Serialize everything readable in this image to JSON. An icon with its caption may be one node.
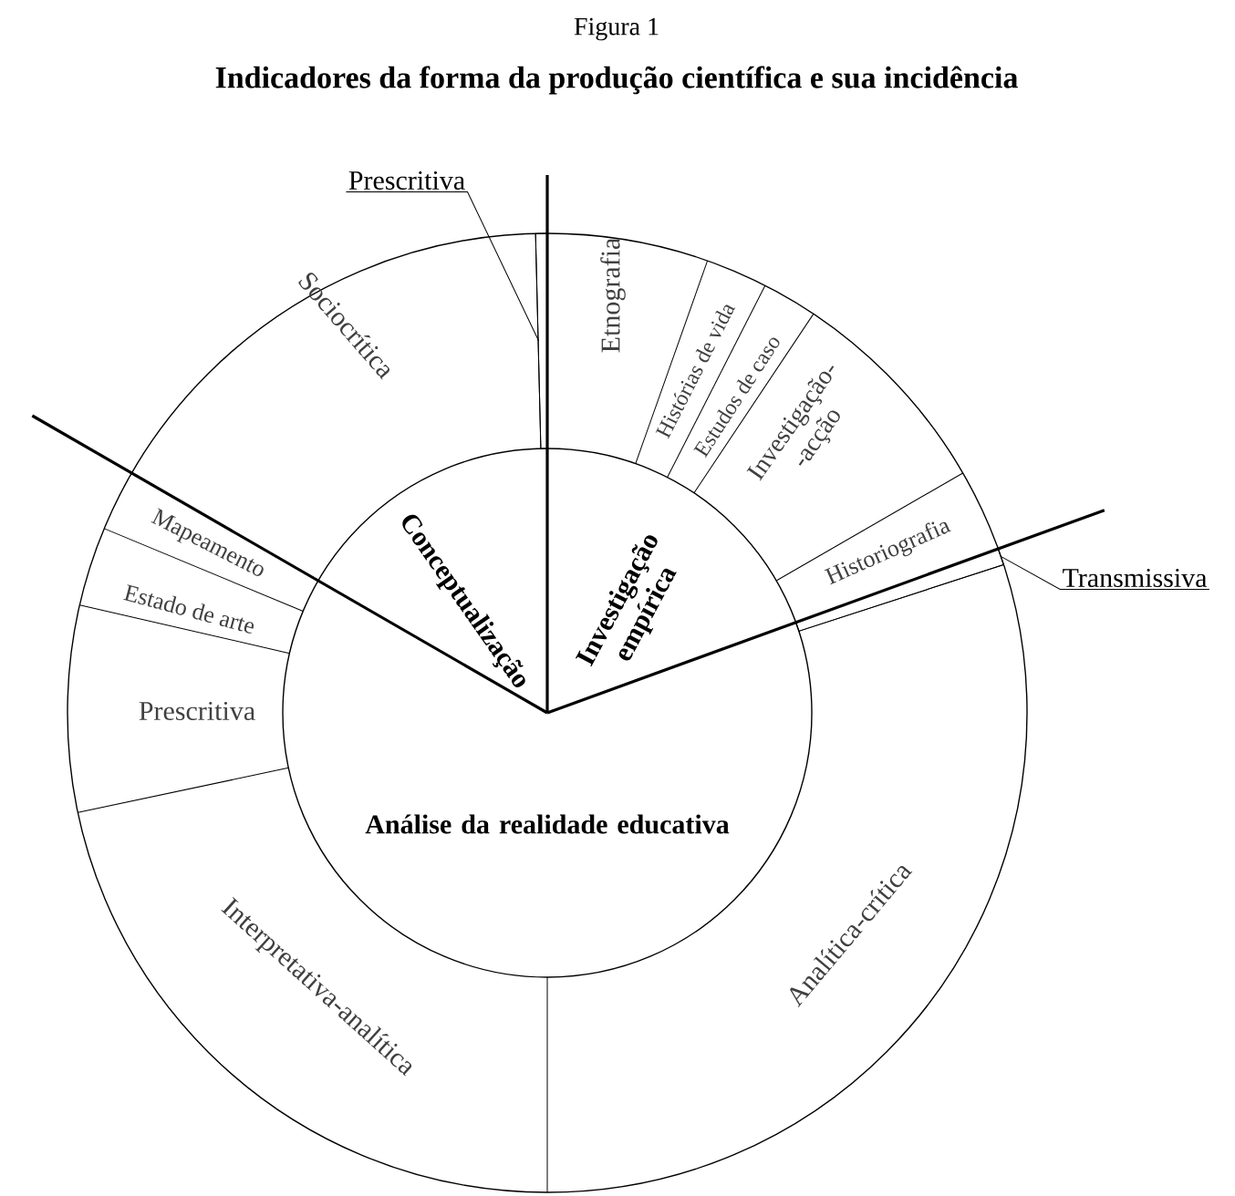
{
  "diagram": {
    "title": "Indicadores da forma da produção científica e sua incidência",
    "nodes": [
      {
        "text": [
          "Conceptualização"
        ]
      },
      {
        "text": [
          "Investigação empírica"
        ]
      },
      {
        "text": [
          "Análise da realidade educativa"
        ]
      },
      {
        "text": [
          "Sociocrítica"
        ]
      },
      {
        "text": [],
        "shape": "bar"
      },
      {
        "text": [
          "Etnografia"
        ]
      },
      {
        "text": [
          "Histórias de vida"
        ]
      },
      {
        "text": [
          "Estudos de caso"
        ]
      },
      {
        "text": [
          "Investigação- -acção"
        ]
      },
      {
        "text": [
          "Historiografia"
        ]
      },
      {
        "text": [],
        "shape": "bar"
      },
      {
        "text": [
          "Analítica-crítica"
        ]
      },
      {
        "text": [
          "Interpretativa-analítica"
        ]
      },
      {
        "text": [
          "Prescritiva"
        ]
      },
      {
        "text": [
          "Estado de arte"
        ]
      },
      {
        "text": [
          "Mapeamento"
        ]
      },
      {
        "text": [
          "Prescritiva"
        ]
      },
      {
        "text": [
          "Transmissiva"
        ]
      }
    ],
    "edges": [
      {
        "from": 16,
        "to": 4,
        "arrow": "none"
      },
      {
        "from": 17,
        "to": 10,
        "arrow": "none"
      }
    ],
    "labels": [
      "Figura 1"
    ]
  }
}
